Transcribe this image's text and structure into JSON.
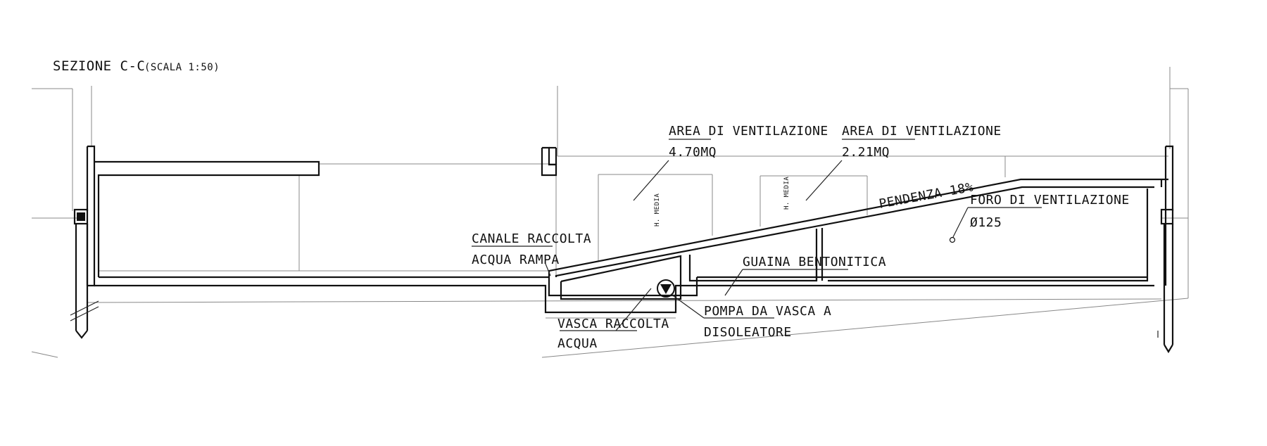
{
  "title": {
    "main": "SEZIONE C-C",
    "scale": "(SCALA 1:50)"
  },
  "labels": {
    "area1_line1": "AREA DI VENTILAZIONE",
    "area1_line2": "4.70MQ",
    "area2_line1": "AREA DI VENTILAZIONE",
    "area2_line2": "2.21MQ",
    "h_media_1": "H. MEDIA",
    "h_media_2": "H. MEDIA",
    "pendenza": "PENDENZA 18%",
    "foro_line1": "FORO DI VENTILAZIONE",
    "foro_line2": "Ø125",
    "canale_line1": "CANALE RACCOLTA",
    "canale_line2": "ACQUA RAMPA",
    "guaina": "GUAINA BENTONITICA",
    "pompa_line1": "POMPA DA VASCA A",
    "pompa_line2": "DISOLEATORE",
    "vasca_line1": "VASCA RACCOLTA",
    "vasca_line2": "ACQUA"
  },
  "colors": {
    "ink": "#111111",
    "thin_line": "#888888",
    "background": "#ffffff"
  },
  "icons": {
    "pump": "pump-symbol-icon",
    "vent_hole": "vent-hole-icon"
  }
}
